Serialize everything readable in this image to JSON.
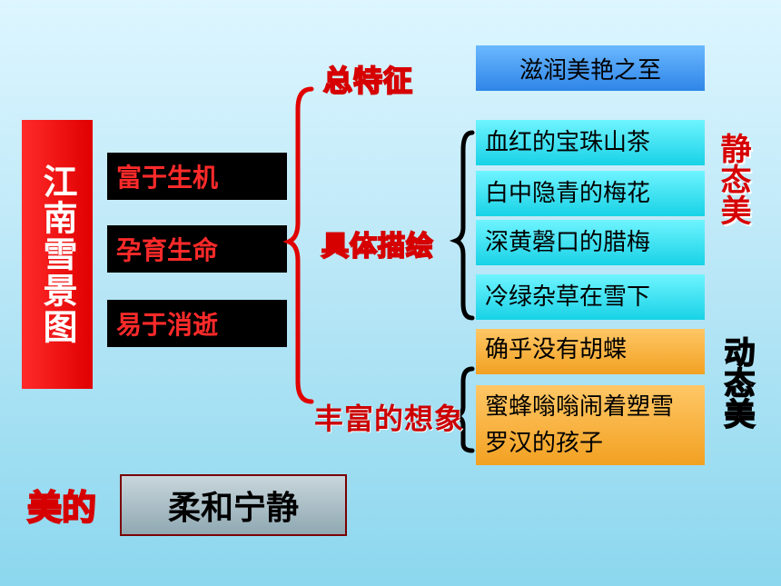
{
  "title": "江南雪景图",
  "features": [
    "富于生机",
    "孕育生命",
    "易于消逝"
  ],
  "headings": {
    "overall": "总特征",
    "detail": "具体描绘",
    "imagination": "丰富的想象"
  },
  "overall_value": "滋润美艳之至",
  "detail_items": [
    "血红的宝珠山茶",
    "白中隐青的梅花",
    "深黄磬口的腊梅",
    "冷绿杂草在雪下"
  ],
  "imagination_items": [
    "确乎没有胡蝶",
    "蜜蜂嗡嗡闹着塑雪罗汉的孩子"
  ],
  "side_labels": {
    "static": "静态美",
    "dynamic": "动态美"
  },
  "bottom": {
    "label": "美的",
    "value": "柔和宁静"
  },
  "colors": {
    "red": "#d60000",
    "black_box": "#000000",
    "blue_box": "#3a8ef0",
    "cyan_box": "#1fd6ea",
    "orange_box": "#f4a52a"
  }
}
